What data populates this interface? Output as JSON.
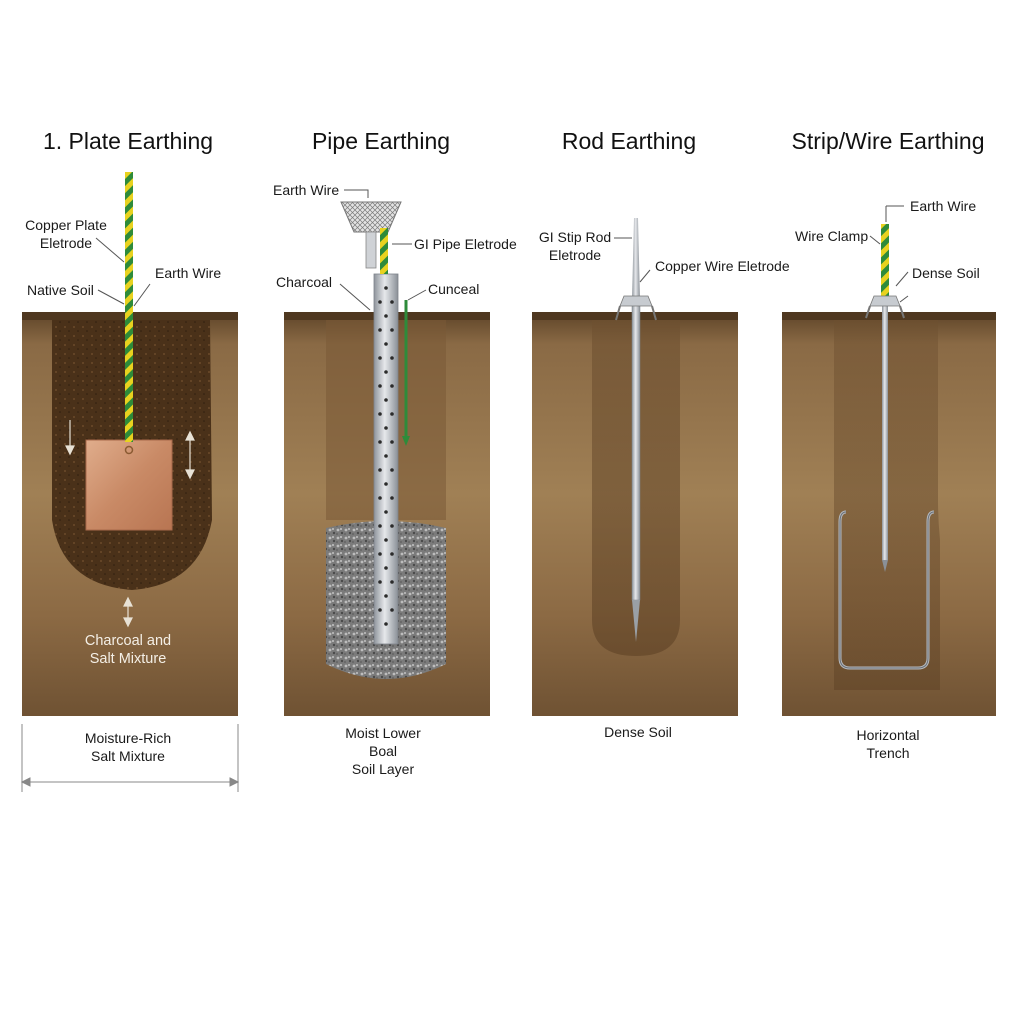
{
  "diagram": {
    "panels": [
      {
        "id": "plate",
        "title": "1. Plate Earthing",
        "labels": {
          "electrode_l1": "Copper Plate",
          "electrode_l2": "Eletrode",
          "native_soil": "Native Soil",
          "earth_wire": "Earth Wire",
          "mixture_l1": "Charcoal and",
          "mixture_l2": "Salt Mixture",
          "bottom_l1": "Moisture-Rich",
          "bottom_l2": "Salt Mixture"
        }
      },
      {
        "id": "pipe",
        "title": "Pipe Earthing",
        "labels": {
          "earth_wire": "Earth Wire",
          "electrode": "GI Pipe Eletrode",
          "charcoal": "Charcoal",
          "cunceal": "Cunceal",
          "bottom_l1": "Moist Lower",
          "bottom_l2": "Boal",
          "bottom_l3": "Soil Layer"
        }
      },
      {
        "id": "rod",
        "title": "Rod Earthing",
        "labels": {
          "rod_l1": "GI Stip Rod",
          "rod_l2": "Eletrode",
          "copper": "Copper Wire Eletrode",
          "bottom": "Dense Soil"
        }
      },
      {
        "id": "strip",
        "title": "Strip/Wire Earthing",
        "labels": {
          "earth_wire": "Earth Wire",
          "wire_clamp": "Wire Clamp",
          "dense_soil": "Dense Soil",
          "bottom_l1": "Horizontal",
          "bottom_l2": "Trench"
        }
      }
    ],
    "colors": {
      "soil_top": "#6e5030",
      "soil_mid": "#9a7850",
      "soil_deep": "#7c5a38",
      "copper": "#d49a78",
      "steel": "#b8bcc2",
      "wire_green": "#2e8b3a",
      "wire_yellow": "#e8d21f"
    }
  }
}
